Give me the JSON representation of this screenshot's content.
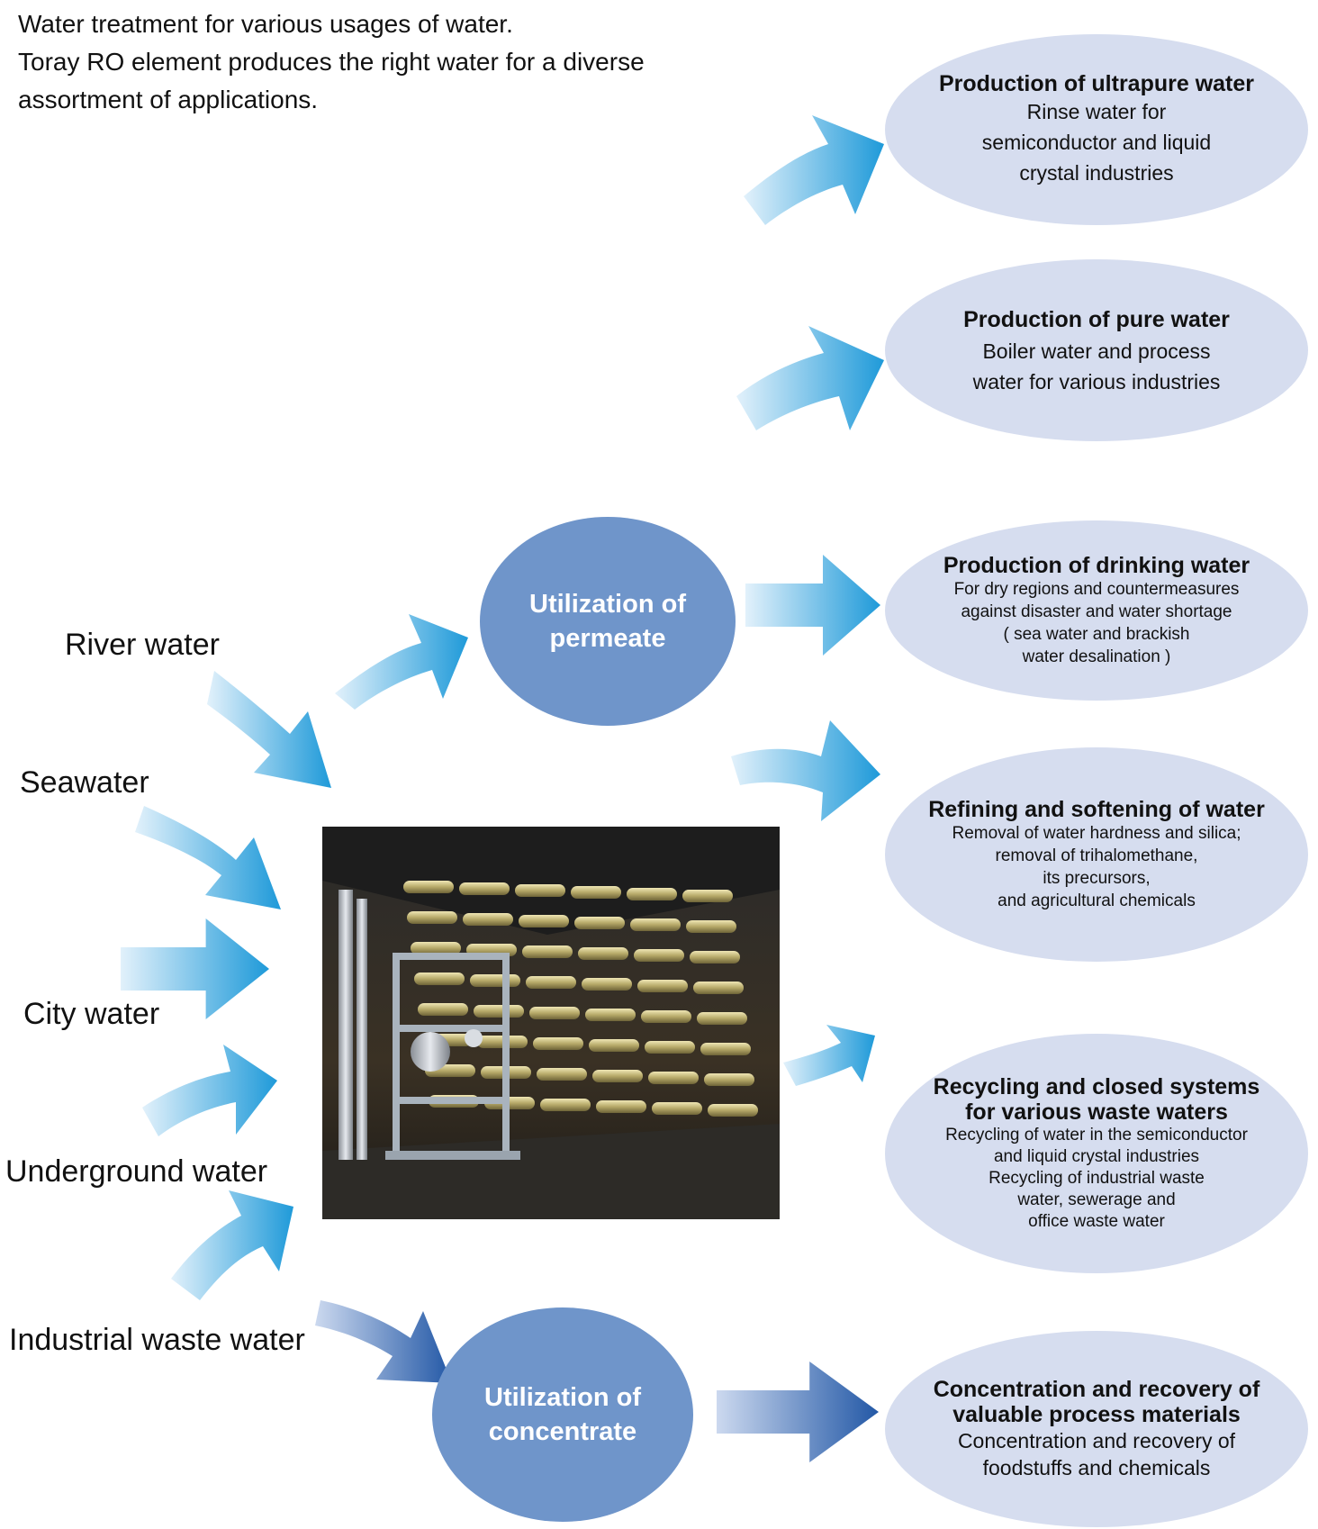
{
  "intro": {
    "lines": [
      "Water treatment for various usages of water.",
      "Toray RO element  produces the right water for a diverse",
      "assortment of applications."
    ]
  },
  "sources": [
    "River water",
    "Seawater",
    "City water",
    "Underground water",
    "Industrial waste water"
  ],
  "hubs": {
    "permeate": [
      "Utilization of",
      "permeate"
    ],
    "concentrate": [
      "Utilization of",
      "concentrate"
    ]
  },
  "applications": [
    {
      "title": [
        "Production of ultrapure water"
      ],
      "desc": [
        "Rinse water for",
        "semiconductor and liquid",
        "crystal  industries"
      ]
    },
    {
      "title": [
        "Production of pure water"
      ],
      "desc": [
        "Boiler water and process",
        "water for various industries"
      ]
    },
    {
      "title": [
        "Production of drinking water"
      ],
      "desc": [
        "For dry regions and countermeasures",
        "against disaster and water shortage",
        "( sea water and brackish",
        "water desalination )"
      ]
    },
    {
      "title": [
        "Refining and softening of water"
      ],
      "desc": [
        "Removal of water hardness and silica;",
        "removal of trihalomethane,",
        "its precursors,",
        "and agricultural chemicals"
      ]
    },
    {
      "title": [
        "Recycling and closed systems",
        "for various waste waters"
      ],
      "desc": [
        "Recycling of water in the semiconductor",
        "and liquid crystal industries",
        "Recycling of industrial waste",
        "water, sewerage and",
        "office waste water"
      ]
    },
    {
      "title": [
        "Concentration and recovery of",
        "valuable process materials"
      ],
      "desc": [
        "Concentration and recovery of",
        "foodstuffs and chemicals"
      ]
    }
  ],
  "colors": {
    "hub": "#6f95ca",
    "app_bubble": "#d6ddef",
    "arrow_light_start": "#dceefa",
    "arrow_light_end": "#1f9ad9",
    "arrow_dark_start": "#c9d7ee",
    "arrow_dark_end": "#2358a6"
  },
  "photo": {
    "icon": "ro-plant-photo"
  }
}
